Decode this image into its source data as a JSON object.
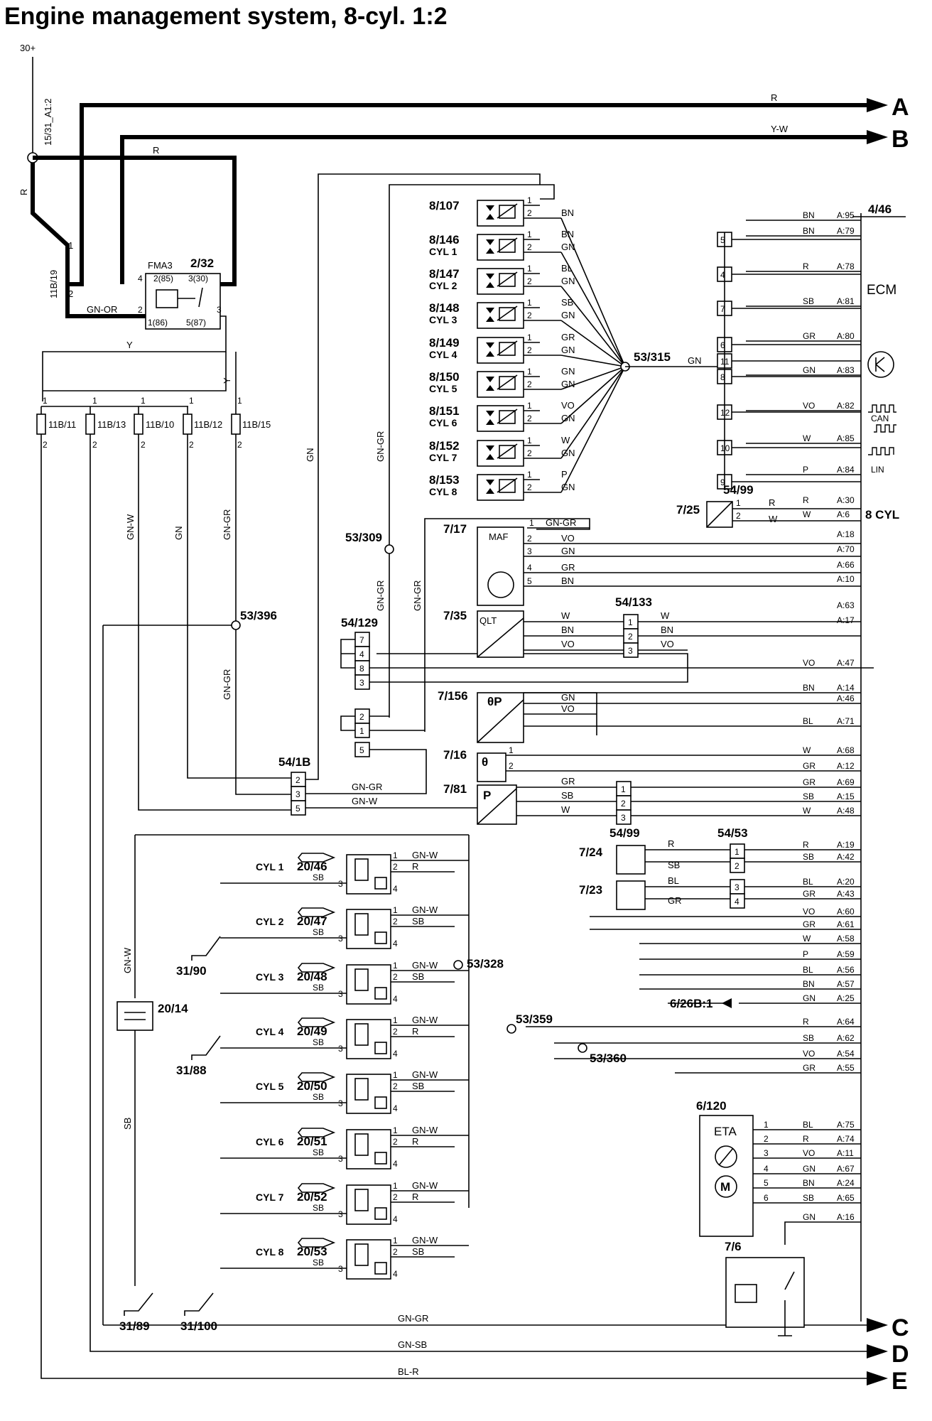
{
  "title": "Engine management system, 8-cyl. 1:2",
  "supply": {
    "label": "30+",
    "ref": "15/31_A1:2",
    "wire_r": "R"
  },
  "outputs": [
    {
      "letter": "A",
      "wire": "R"
    },
    {
      "letter": "B",
      "wire": "Y-W"
    },
    {
      "letter": "C",
      "wire": "GN-GR"
    },
    {
      "letter": "D",
      "wire": "GN-SB"
    },
    {
      "letter": "E",
      "wire": "BL-R"
    }
  ],
  "relay": {
    "id": "2/32",
    "name": "FMA3",
    "pins": {
      "p85": "2(85)",
      "p30": "3(30)",
      "p86": "1(86)",
      "p87": "5(87)"
    },
    "fuse": "11B/19",
    "wire_gn_or": "GN-OR"
  },
  "fuses": [
    "11B/11",
    "11B/13",
    "11B/10",
    "11B/12",
    "11B/15"
  ],
  "ecm": {
    "id": "4/46",
    "name": "ECM",
    "variant": "8 CYL",
    "can_label": "CAN",
    "lin_label": "LIN",
    "pins": [
      {
        "pin": "A:95",
        "wire": "BN"
      },
      {
        "pin": "A:79",
        "wire": "BN"
      },
      {
        "pin": "A:78",
        "wire": "R"
      },
      {
        "pin": "A:81",
        "wire": "SB"
      },
      {
        "pin": "A:80",
        "wire": "GR"
      },
      {
        "pin": "A:83",
        "wire": "GN"
      },
      {
        "pin": "A:82",
        "wire": "VO"
      },
      {
        "pin": "A:85",
        "wire": "W"
      },
      {
        "pin": "A:84",
        "wire": "P"
      },
      {
        "pin": "A:30",
        "wire": "R"
      },
      {
        "pin": "A:6",
        "wire": "W"
      },
      {
        "pin": "A:18",
        "wire": ""
      },
      {
        "pin": "A:70",
        "wire": ""
      },
      {
        "pin": "A:66",
        "wire": ""
      },
      {
        "pin": "A:10",
        "wire": ""
      },
      {
        "pin": "A:63",
        "wire": ""
      },
      {
        "pin": "A:17",
        "wire": ""
      },
      {
        "pin": "A:47",
        "wire": "VO"
      },
      {
        "pin": "A:14",
        "wire": "BN"
      },
      {
        "pin": "A:46",
        "wire": ""
      },
      {
        "pin": "A:71",
        "wire": "BL"
      },
      {
        "pin": "A:68",
        "wire": "W"
      },
      {
        "pin": "A:12",
        "wire": "GR"
      },
      {
        "pin": "A:69",
        "wire": "GR"
      },
      {
        "pin": "A:15",
        "wire": "SB"
      },
      {
        "pin": "A:48",
        "wire": "W"
      },
      {
        "pin": "A:19",
        "wire": "R"
      },
      {
        "pin": "A:42",
        "wire": "SB"
      },
      {
        "pin": "A:20",
        "wire": "BL"
      },
      {
        "pin": "A:43",
        "wire": "GR"
      },
      {
        "pin": "A:60",
        "wire": "VO"
      },
      {
        "pin": "A:61",
        "wire": "GR"
      },
      {
        "pin": "A:58",
        "wire": "W"
      },
      {
        "pin": "A:59",
        "wire": "P"
      },
      {
        "pin": "A:56",
        "wire": "BL"
      },
      {
        "pin": "A:57",
        "wire": "BN"
      },
      {
        "pin": "A:25",
        "wire": "GN"
      },
      {
        "pin": "A:64",
        "wire": "R"
      },
      {
        "pin": "A:62",
        "wire": "SB"
      },
      {
        "pin": "A:54",
        "wire": "VO"
      },
      {
        "pin": "A:55",
        "wire": "GR"
      },
      {
        "pin": "A:75",
        "wire": "BL"
      },
      {
        "pin": "A:74",
        "wire": "R"
      },
      {
        "pin": "A:11",
        "wire": "VO"
      },
      {
        "pin": "A:67",
        "wire": "GN"
      },
      {
        "pin": "A:24",
        "wire": "BN"
      },
      {
        "pin": "A:65",
        "wire": "SB"
      },
      {
        "pin": "A:16",
        "wire": "GN"
      }
    ]
  },
  "injectors": [
    {
      "id": "8/107",
      "cyl": "",
      "w1": "",
      "w2": "BN"
    },
    {
      "id": "8/146",
      "cyl": "CYL 1",
      "w1": "BN",
      "w2": "GN"
    },
    {
      "id": "8/147",
      "cyl": "CYL 2",
      "w1": "BL",
      "w2": "GN"
    },
    {
      "id": "8/148",
      "cyl": "CYL 3",
      "w1": "SB",
      "w2": "GN"
    },
    {
      "id": "8/149",
      "cyl": "CYL 4",
      "w1": "GR",
      "w2": "GN"
    },
    {
      "id": "8/150",
      "cyl": "CYL 5",
      "w1": "GN",
      "w2": "GN"
    },
    {
      "id": "8/151",
      "cyl": "CYL 6",
      "w1": "VO",
      "w2": "GN"
    },
    {
      "id": "8/152",
      "cyl": "CYL 7",
      "w1": "W",
      "w2": "GN"
    },
    {
      "id": "8/153",
      "cyl": "CYL 8",
      "w1": "P",
      "w2": "GN"
    }
  ],
  "connector_right": {
    "pins": [
      "5",
      "4",
      "7",
      "6",
      "11",
      "8",
      "12",
      "10",
      "9"
    ]
  },
  "splices": {
    "s315": "53/315",
    "s309": "53/309",
    "s396": "53/396",
    "s328": "53/328",
    "s359": "53/359",
    "s360": "53/360"
  },
  "sensors": {
    "s725": "7/25",
    "s717": "7/17",
    "maf": "MAF",
    "s735": "7/35",
    "qlt": "QLT",
    "s7156": "7/156",
    "thp": "θP",
    "s716": "7/16",
    "th": "θ",
    "s781": "7/81",
    "p": "P",
    "s724": "7/24",
    "s723": "7/23",
    "s76": "7/6"
  },
  "connectors": {
    "c5499a": "54/99",
    "c54133": "54/133",
    "c54129": "54/129",
    "c541b": "54/1B",
    "c5499b": "54/99",
    "c5453": "54/53"
  },
  "c54129_pins": [
    "7",
    "4",
    "8",
    "3",
    "2",
    "1",
    "5"
  ],
  "c541b_pins": [
    "2",
    "3",
    "5"
  ],
  "c541b_wires": {
    "gn_gr": "GN-GR",
    "gn_w": "GN-W"
  },
  "coils": [
    {
      "cyl": "CYL 1",
      "id": "20/46",
      "w1": "GN-W",
      "w2": "R"
    },
    {
      "cyl": "CYL 2",
      "id": "20/47",
      "w1": "GN-W",
      "w2": "SB"
    },
    {
      "cyl": "CYL 3",
      "id": "20/48",
      "w1": "GN-W",
      "w2": "SB"
    },
    {
      "cyl": "CYL 4",
      "id": "20/49",
      "w1": "GN-W",
      "w2": "R"
    },
    {
      "cyl": "CYL 5",
      "id": "20/50",
      "w1": "GN-W",
      "w2": "SB"
    },
    {
      "cyl": "CYL 6",
      "id": "20/51",
      "w1": "GN-W",
      "w2": "R"
    },
    {
      "cyl": "CYL 7",
      "id": "20/52",
      "w1": "GN-W",
      "w2": "R"
    },
    {
      "cyl": "CYL 8",
      "id": "20/53",
      "w1": "GN-W",
      "w2": "SB"
    }
  ],
  "coil_gnd": "SB",
  "grounds": [
    "31/90",
    "31/88",
    "31/89",
    "31/100"
  ],
  "capacitor": {
    "id": "20/14"
  },
  "eta": {
    "id": "6/120",
    "name": "ETA",
    "motor": "M"
  },
  "signal_out": {
    "id": "6/26B:1"
  },
  "wires": {
    "y": "Y",
    "gn": "GN",
    "gn_gr": "GN-GR",
    "gn_w": "GN-W",
    "sb": "SB",
    "r": "R"
  }
}
